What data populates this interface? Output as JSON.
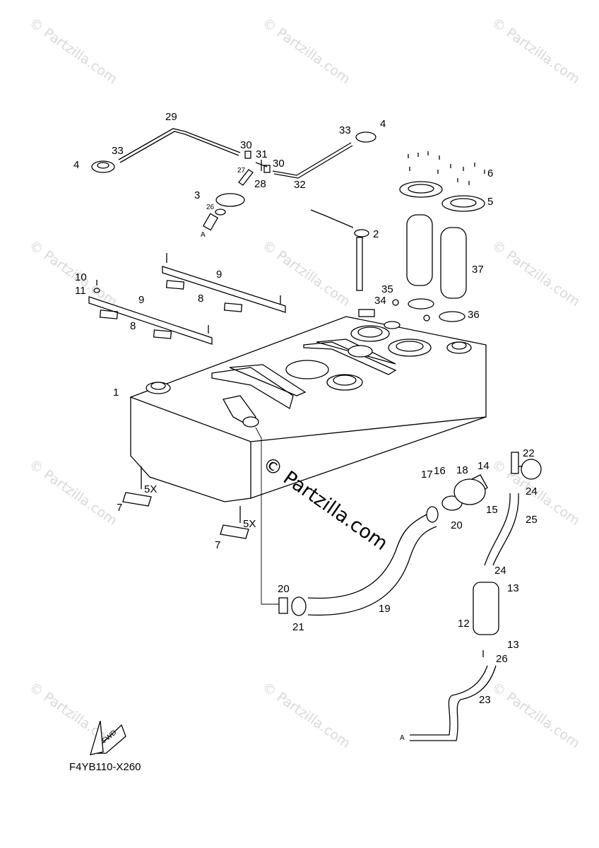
{
  "watermark": {
    "small_text": "© Partzilla.com",
    "big_text": "© Partzilla.com"
  },
  "diagram": {
    "code": "F4YB110-X260",
    "fwd_label": "FWD",
    "qty_note": "5X",
    "hose_end_label": "A",
    "callouts": [
      "1",
      "2",
      "3",
      "4",
      "5",
      "6",
      "7",
      "8",
      "9",
      "10",
      "11",
      "12",
      "13",
      "14",
      "15",
      "16",
      "17",
      "18",
      "19",
      "20",
      "21",
      "22",
      "23",
      "24",
      "25",
      "26",
      "27",
      "28",
      "29",
      "30",
      "31",
      "32",
      "33",
      "34",
      "35",
      "36",
      "37"
    ]
  }
}
